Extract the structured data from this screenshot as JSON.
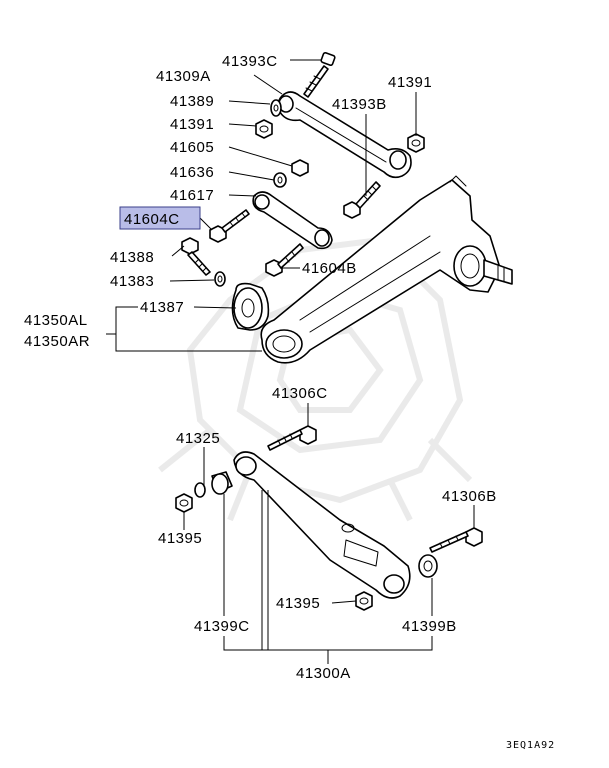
{
  "parts": {
    "p41393C": "41393C",
    "p41309A": "41309A",
    "p41391_right": "41391",
    "p41389": "41389",
    "p41393B": "41393B",
    "p41391_left": "41391",
    "p41605": "41605",
    "p41636": "41636",
    "p41617": "41617",
    "p41604C": "41604C",
    "p41388": "41388",
    "p41604B": "41604B",
    "p41383": "41383",
    "p41387": "41387",
    "p41350AL": "41350AL",
    "p41350AR": "41350AR",
    "p41306C": "41306C",
    "p41325": "41325",
    "p41306B": "41306B",
    "p41395_left": "41395",
    "p41395_bottom": "41395",
    "p41399C": "41399C",
    "p41399B": "41399B",
    "p41300A": "41300A"
  },
  "highlighted_part": "41604C",
  "highlight_color": "#b9bde8",
  "diagram_code": "3EQ1A92"
}
